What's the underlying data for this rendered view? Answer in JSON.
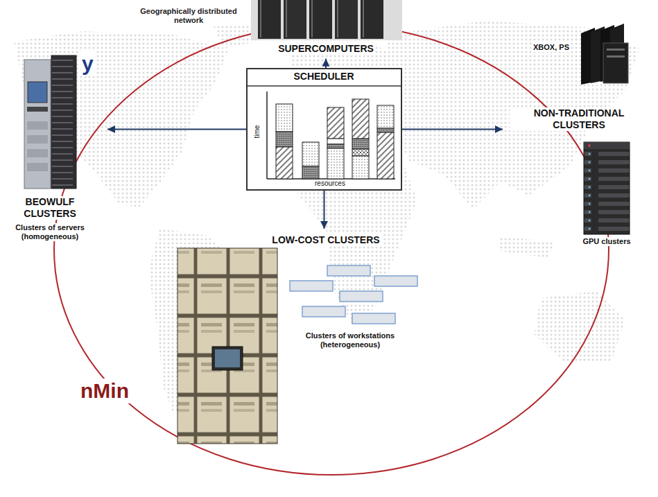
{
  "diagram": {
    "nodes": [
      {
        "text": [
          "SUPERCOMPUTERS"
        ]
      },
      {
        "text": [
          "BEOWULF CLUSTERS",
          "Clusters of servers (homogeneous)"
        ]
      },
      {
        "text": [
          "SCHEDULER"
        ]
      },
      {
        "text": [
          "XBOX, PS",
          "NON-TRADITIONAL CLUSTERS",
          "GPU clusters"
        ]
      },
      {
        "text": [
          "LOW-COST CLUSTERS",
          "Clusters of workstations (heterogeneous)"
        ]
      }
    ],
    "edges": [
      {
        "from": 2,
        "to": 0,
        "arrow": "to"
      },
      {
        "from": 2,
        "to": 1,
        "arrow": "to"
      },
      {
        "from": 2,
        "to": 3,
        "arrow": "to"
      },
      {
        "from": 2,
        "to": 4,
        "arrow": "to"
      }
    ],
    "labels": [
      "Geographically distributed network",
      "time",
      "resources",
      "y",
      "nMin"
    ]
  }
}
